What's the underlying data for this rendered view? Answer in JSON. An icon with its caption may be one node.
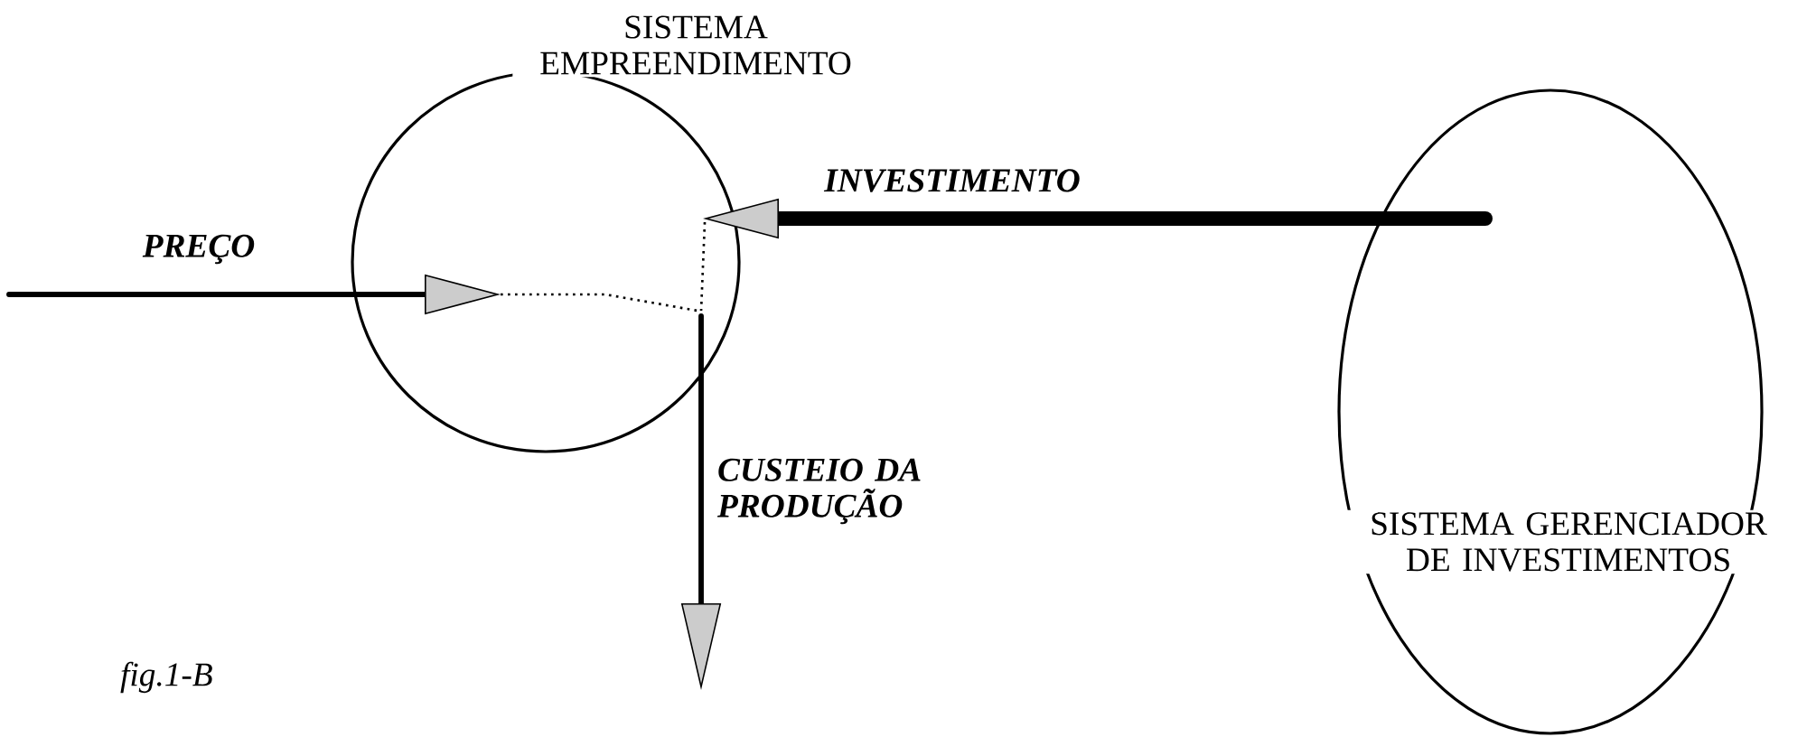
{
  "diagram": {
    "nodes": [
      {
        "text": [
          "SISTEMA EMPREENDIMENTO"
        ]
      },
      {
        "text": [
          "SISTEMA GERENCIADOR DE INVESTIMENTOS"
        ]
      }
    ],
    "edges": [
      {
        "from": null,
        "to": 0,
        "arrow": "to",
        "label": "PREÇO"
      },
      {
        "from": 1,
        "to": 0,
        "arrow": "to",
        "label": "INVESTIMENTO",
        "style": "thick"
      },
      {
        "from": 0,
        "to": null,
        "arrow": "to",
        "label": "CUSTEIO DA PRODUÇÃO"
      }
    ],
    "labels": [
      "fig.1-B"
    ]
  }
}
